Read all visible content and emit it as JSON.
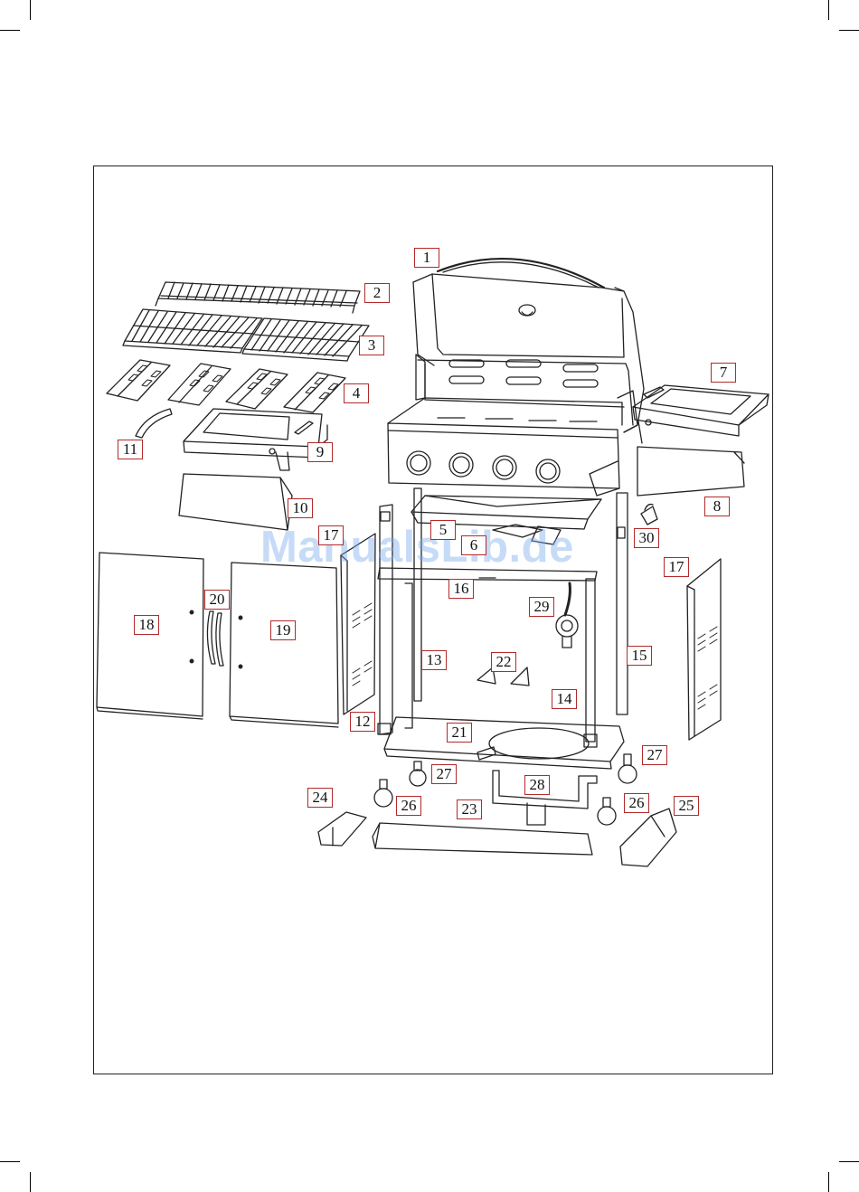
{
  "watermark": "ManualsLib.de",
  "label_color": "#b22a2a",
  "watermark_color": "#78aaeb",
  "callouts": {
    "c1": "1",
    "c2": "2",
    "c3": "3",
    "c4": "4",
    "c5": "5",
    "c6": "6",
    "c7": "7",
    "c8": "8",
    "c9": "9",
    "c10": "10",
    "c11": "11",
    "c12": "12",
    "c13": "13",
    "c14": "14",
    "c15": "15",
    "c16": "16",
    "c17a": "17",
    "c17b": "17",
    "c18": "18",
    "c19": "19",
    "c20": "20",
    "c21": "21",
    "c22": "22",
    "c23": "23",
    "c24": "24",
    "c25": "25",
    "c26a": "26",
    "c26b": "26",
    "c27a": "27",
    "c27b": "27",
    "c28": "28",
    "c29": "29",
    "c30": "30"
  }
}
